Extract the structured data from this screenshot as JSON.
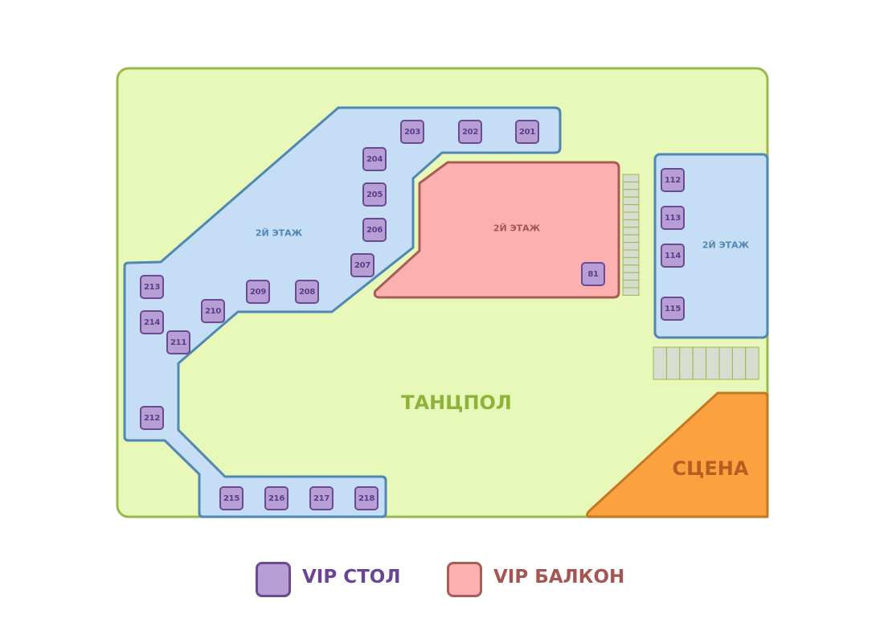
{
  "map": {
    "floor_label": "2Й ЭТАЖ",
    "dance_floor": "ТАНЦПОЛ",
    "stage": "СЦЕНА",
    "seats": {
      "s201": "201",
      "s202": "202",
      "s203": "203",
      "s204": "204",
      "s205": "205",
      "s206": "206",
      "s207": "207",
      "s208": "208",
      "s209": "209",
      "s210": "210",
      "s211": "211",
      "s212": "212",
      "s213": "213",
      "s214": "214",
      "s215": "215",
      "s216": "216",
      "s217": "217",
      "s218": "218",
      "s81": "81",
      "s112": "112",
      "s113": "113",
      "s114": "114",
      "s115": "115"
    }
  },
  "legend": {
    "vip_table": "VIP СТОЛ",
    "vip_balcony": "VIP БАЛКОН"
  },
  "colors": {
    "field": "#e8f8b8",
    "floor2": "#c5ddf5",
    "balcony": "#fdb0b0",
    "seat": "#b79fd6",
    "stage": "#fca13f"
  }
}
